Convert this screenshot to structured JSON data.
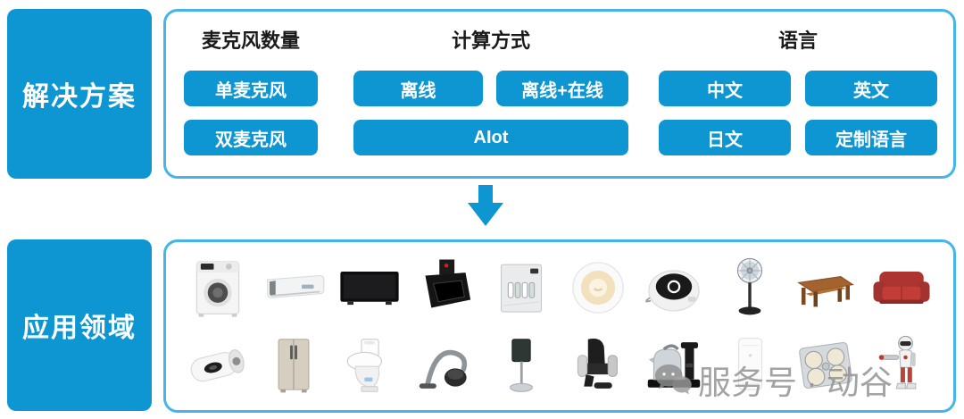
{
  "colors": {
    "primary_blue": "#0E96D3",
    "panel_border_blue": "#45B5E9",
    "heading_text": "#1a1a1a",
    "watermark_gray": "#8f8f8f"
  },
  "solution": {
    "title": "解决方案",
    "groups": [
      {
        "title": "麦克风数量",
        "buttons": [
          "单麦克风",
          "双麦克风"
        ]
      },
      {
        "title": "计算方式",
        "buttons": [
          "离线",
          "离线+在线",
          "AIot"
        ]
      },
      {
        "title": "语言",
        "buttons": [
          "中文",
          "英文",
          "日文",
          "定制语言"
        ]
      }
    ]
  },
  "arrow": {
    "icon": "down-arrow-icon",
    "color": "#0E96D3"
  },
  "applications": {
    "title": "应用领域",
    "items": [
      "washing-machine",
      "air-conditioner",
      "tv",
      "range-hood",
      "water-purifier",
      "ceiling-light",
      "robot-vacuum",
      "standing-fan",
      "coffee-table",
      "sofa",
      "water-heater",
      "refrigerator",
      "toilet",
      "vacuum-cleaner",
      "floor-lamp",
      "massage-chair",
      "kettle-set",
      "air-purifier",
      "bath-heater",
      "robot"
    ]
  },
  "watermark": {
    "icon": "chat-bubbles-icon",
    "text": "服务号 · 动谷"
  }
}
